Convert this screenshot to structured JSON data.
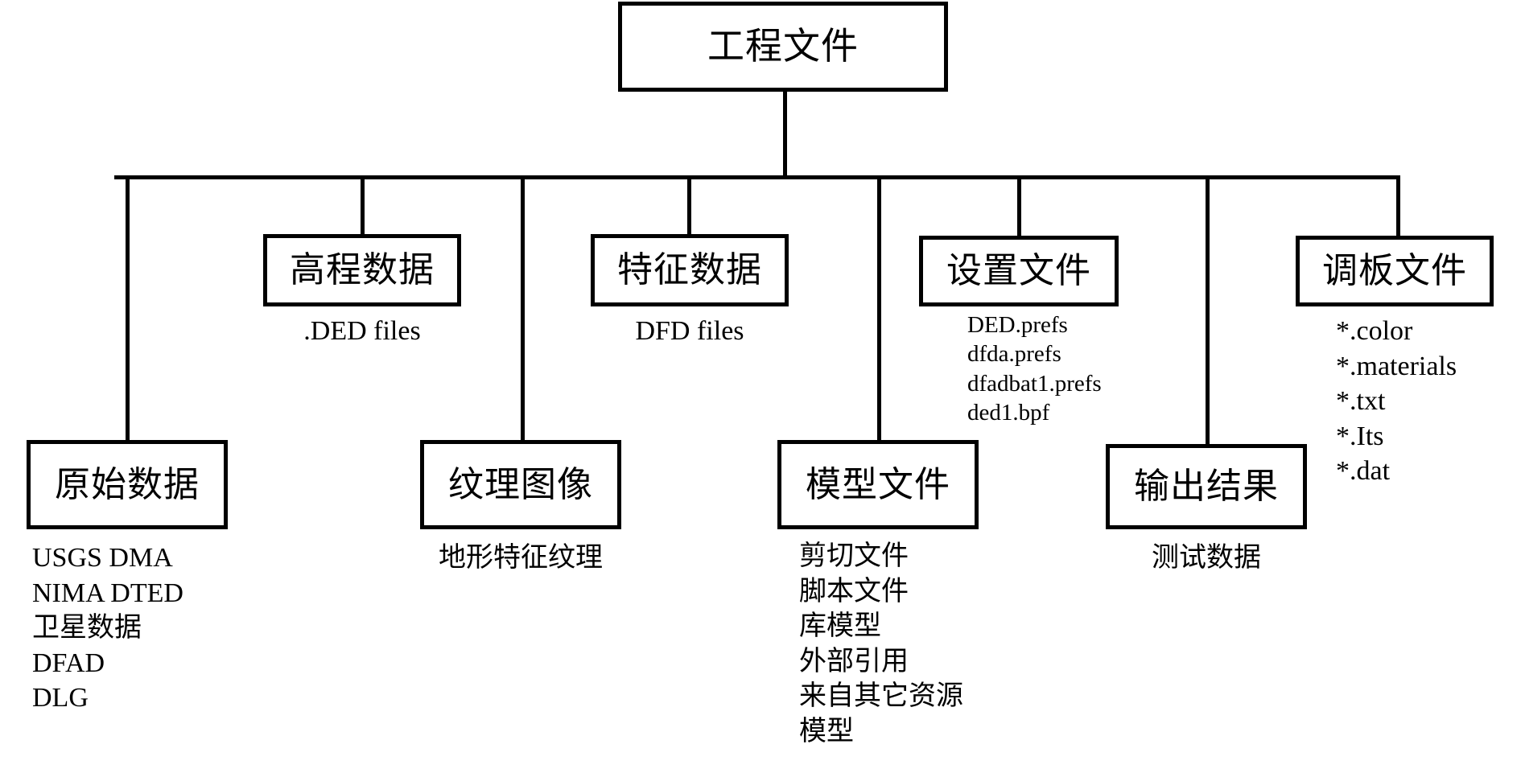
{
  "diagram": {
    "title": "工程文件",
    "root": {
      "label": "工程文件"
    },
    "nodes": [
      {
        "id": "raw-data",
        "label": "原始数据",
        "captions": [
          "USGS DMA",
          "NIMA DTED",
          "卫星数据",
          "DFAD",
          "DLG"
        ]
      },
      {
        "id": "elevation-data",
        "label": "高程数据",
        "captions": [
          ".DED files"
        ]
      },
      {
        "id": "texture-image",
        "label": "纹理图像",
        "captions": [
          "地形特征纹理"
        ]
      },
      {
        "id": "feature-data",
        "label": "特征数据",
        "captions": [
          "DFD files"
        ]
      },
      {
        "id": "model-file",
        "label": "模型文件",
        "captions": [
          "剪切文件",
          "脚本文件",
          "库模型",
          "外部引用",
          "来自其它资源",
          "模型"
        ]
      },
      {
        "id": "settings-file",
        "label": "设置文件",
        "captions": [
          "DED.prefs",
          "dfda.prefs",
          "dfadbat1.prefs",
          "ded1.bpf"
        ]
      },
      {
        "id": "output-result",
        "label": "输出结果",
        "captions": [
          "测试数据"
        ]
      },
      {
        "id": "palette-file",
        "label": "调板文件",
        "captions": [
          "*.color",
          "*.materials",
          "*.txt",
          "*.Its",
          "*.dat"
        ]
      }
    ],
    "colors": {
      "stroke": "#000000",
      "fill": "#ffffff",
      "text": "#000000"
    }
  }
}
